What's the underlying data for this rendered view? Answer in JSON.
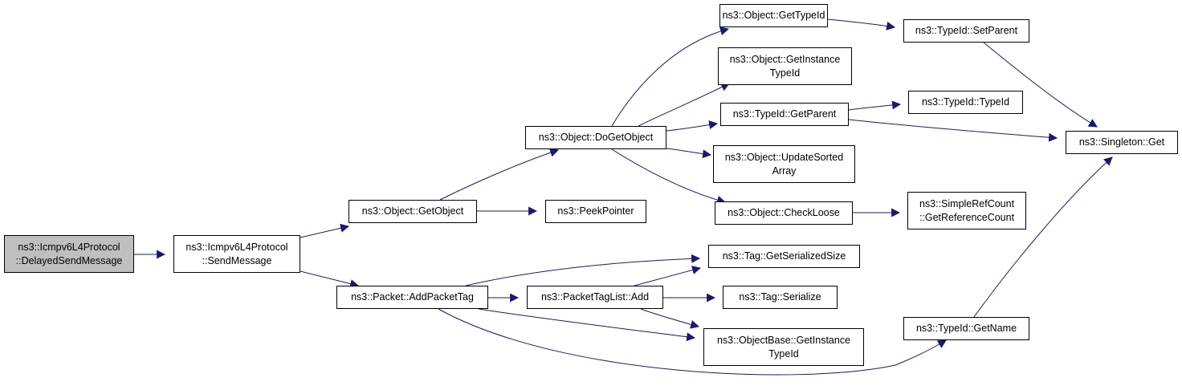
{
  "diagram": {
    "colors": {
      "edge": "#191970",
      "root_fill": "#bfbfbf",
      "node_fill": "#ffffff",
      "border": "#000000"
    },
    "nodes": [
      {
        "id": "delayed_send",
        "lines": [
          "ns3::Icmpv6L4Protocol",
          "::DelayedSendMessage"
        ],
        "root": true
      },
      {
        "id": "send_message",
        "lines": [
          "ns3::Icmpv6L4Protocol",
          "::SendMessage"
        ]
      },
      {
        "id": "get_object",
        "lines": [
          "ns3::Object::GetObject"
        ]
      },
      {
        "id": "peek_pointer",
        "lines": [
          "ns3::PeekPointer"
        ]
      },
      {
        "id": "add_packet_tag",
        "lines": [
          "ns3::Packet::AddPacketTag"
        ]
      },
      {
        "id": "do_get_object",
        "lines": [
          "ns3::Object::DoGetObject"
        ]
      },
      {
        "id": "get_type_id",
        "lines": [
          "ns3::Object::GetTypeId"
        ]
      },
      {
        "id": "get_instance_type_id",
        "lines": [
          "ns3::Object::GetInstance",
          "TypeId"
        ]
      },
      {
        "id": "get_parent",
        "lines": [
          "ns3::TypeId::GetParent"
        ]
      },
      {
        "id": "update_sorted_array",
        "lines": [
          "ns3::Object::UpdateSorted",
          "Array"
        ]
      },
      {
        "id": "check_loose",
        "lines": [
          "ns3::Object::CheckLoose"
        ]
      },
      {
        "id": "set_parent",
        "lines": [
          "ns3::TypeId::SetParent"
        ]
      },
      {
        "id": "type_id_ctor",
        "lines": [
          "ns3::TypeId::TypeId"
        ]
      },
      {
        "id": "singleton_get",
        "lines": [
          "ns3::Singleton::Get"
        ]
      },
      {
        "id": "get_reference_count",
        "lines": [
          "ns3::SimpleRefCount",
          "::GetReferenceCount"
        ]
      },
      {
        "id": "tag_get_serialized_size",
        "lines": [
          "ns3::Tag::GetSerializedSize"
        ]
      },
      {
        "id": "packet_tag_list_add",
        "lines": [
          "ns3::PacketTagList::Add"
        ]
      },
      {
        "id": "tag_serialize",
        "lines": [
          "ns3::Tag::Serialize"
        ]
      },
      {
        "id": "objectbase_get_instance_type_id",
        "lines": [
          "ns3::ObjectBase::GetInstance",
          "TypeId"
        ]
      },
      {
        "id": "type_id_get_name",
        "lines": [
          "ns3::TypeId::GetName"
        ]
      }
    ],
    "edges": [
      {
        "from": "delayed_send",
        "to": "send_message"
      },
      {
        "from": "send_message",
        "to": "get_object"
      },
      {
        "from": "send_message",
        "to": "add_packet_tag"
      },
      {
        "from": "get_object",
        "to": "do_get_object"
      },
      {
        "from": "get_object",
        "to": "peek_pointer"
      },
      {
        "from": "do_get_object",
        "to": "get_type_id"
      },
      {
        "from": "do_get_object",
        "to": "get_instance_type_id"
      },
      {
        "from": "do_get_object",
        "to": "get_parent"
      },
      {
        "from": "do_get_object",
        "to": "update_sorted_array"
      },
      {
        "from": "do_get_object",
        "to": "check_loose"
      },
      {
        "from": "get_type_id",
        "to": "set_parent"
      },
      {
        "from": "set_parent",
        "to": "singleton_get"
      },
      {
        "from": "get_parent",
        "to": "type_id_ctor"
      },
      {
        "from": "get_parent",
        "to": "singleton_get"
      },
      {
        "from": "check_loose",
        "to": "get_reference_count"
      },
      {
        "from": "add_packet_tag",
        "to": "tag_get_serialized_size"
      },
      {
        "from": "add_packet_tag",
        "to": "packet_tag_list_add"
      },
      {
        "from": "add_packet_tag",
        "to": "objectbase_get_instance_type_id"
      },
      {
        "from": "add_packet_tag",
        "to": "type_id_get_name"
      },
      {
        "from": "packet_tag_list_add",
        "to": "tag_get_serialized_size"
      },
      {
        "from": "packet_tag_list_add",
        "to": "tag_serialize"
      },
      {
        "from": "packet_tag_list_add",
        "to": "objectbase_get_instance_type_id"
      },
      {
        "from": "type_id_get_name",
        "to": "singleton_get"
      }
    ]
  }
}
